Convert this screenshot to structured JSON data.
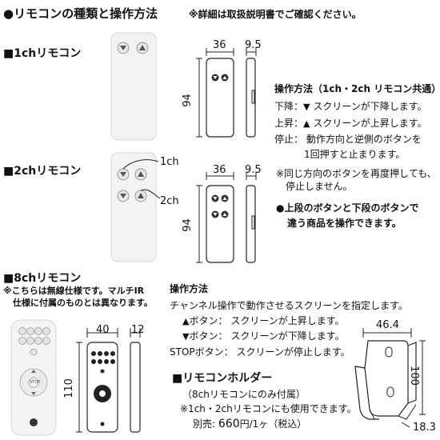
{
  "header": {
    "title": "●リモコンの種類と操作方法",
    "note": "※詳細は取扱説明書でご確認ください。"
  },
  "ch1": {
    "heading": "■1chリモコン",
    "dim_width": "36",
    "dim_depth": "9.5",
    "dim_height": "94"
  },
  "ops_common": {
    "title": "操作方法（1ch・2ch リモコン共通）",
    "down_label": "下降：",
    "down_text": "スクリーンが下降します。",
    "up_label": "上昇：",
    "up_text": "スクリーンが上昇します。",
    "stop_label": "停止：",
    "stop_text1": "動作方向と逆側のボタンを",
    "stop_text2": "1回押すと止まります。",
    "note1a": "※同じ方向のボタンを再度押しても、",
    "note1b": "停止しません。",
    "note2a": "●上段のボタンと下段のボタンで",
    "note2b": "違う商品を操作できます。"
  },
  "ch2": {
    "heading": "■2chリモコン",
    "label_1ch": "1ch",
    "label_2ch": "2ch",
    "dim_width": "36",
    "dim_depth": "9.5",
    "dim_height": "94"
  },
  "ch8": {
    "heading": "■8chリモコン",
    "note1": "※こちらは無線仕様です。マルチIR",
    "note2": "仕様に付属のものとは異なります。",
    "dim_width": "40",
    "dim_depth": "12",
    "dim_height": "110",
    "stop_badge": "STOP"
  },
  "ops_8ch": {
    "title": "操作方法",
    "intro": "チャンネル操作で動作させるスクリーンを指定します。",
    "up_label": "ボタン：",
    "up_text": "スクリーンが上昇します。",
    "down_label": "ボタン：",
    "down_text": "スクリーンが下降します。",
    "stop_label": "STOPボタン：",
    "stop_text": "スクリーンが停止します。"
  },
  "holder": {
    "title": "■リモコンホルダー",
    "sub": "（8chリモコンにのみ付属）",
    "compat": "※1ch・2chリモコンにも使用できます。",
    "price_prefix": "別売:",
    "price_value": "660",
    "price_suffix": "円/1ヶ（税込）",
    "dim_width": "46.4",
    "dim_height": "100",
    "dim_depth": "18.3"
  }
}
